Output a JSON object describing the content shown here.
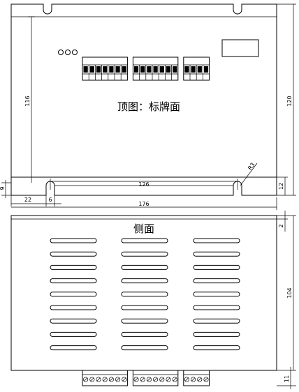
{
  "top_view": {
    "title": "顶图：标牌面",
    "dims": {
      "d116": "116",
      "d120": "120",
      "d126": "126",
      "d176": "176",
      "d22": "22",
      "d6": "6",
      "d9": "9",
      "d12": "12",
      "dR3": "R3"
    },
    "terminal_groups": [
      7,
      7,
      4
    ]
  },
  "side_view": {
    "title": "侧面",
    "dims": {
      "d2": "2",
      "d104": "104",
      "d11": "11"
    },
    "vent_columns": 3,
    "vent_rows": 9,
    "connector_groups": [
      7,
      7,
      4
    ]
  }
}
